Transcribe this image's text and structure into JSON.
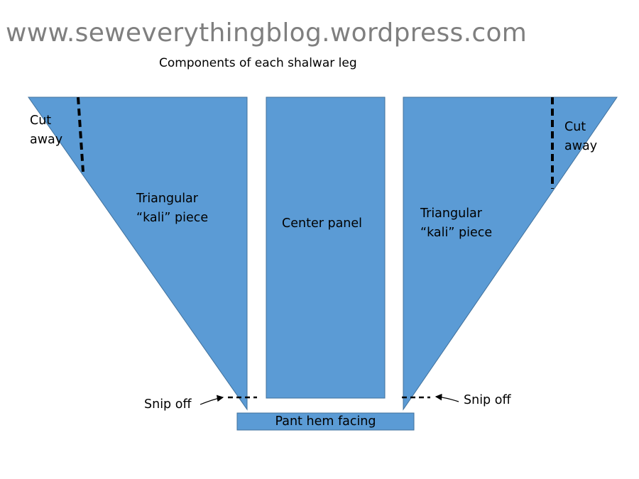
{
  "watermark": "www.seweverythingblog.wordpress.com",
  "title": "Components of each shalwar leg",
  "colors": {
    "piece_fill": "#5b9bd5",
    "piece_stroke": "#41719c",
    "dash": "#000000"
  },
  "pieces": {
    "left_triangle": {
      "line1": "Triangular",
      "line2": "“kali” piece"
    },
    "center": {
      "label": "Center panel"
    },
    "right_triangle": {
      "line1": "Triangular",
      "line2": "“kali” piece"
    },
    "hem": {
      "label": "Pant hem facing"
    }
  },
  "annotations": {
    "cut_left": {
      "line1": "Cut",
      "line2": "away"
    },
    "cut_right": {
      "line1": "Cut",
      "line2": "away"
    },
    "snip_left": "Snip off",
    "snip_right": "Snip off"
  }
}
